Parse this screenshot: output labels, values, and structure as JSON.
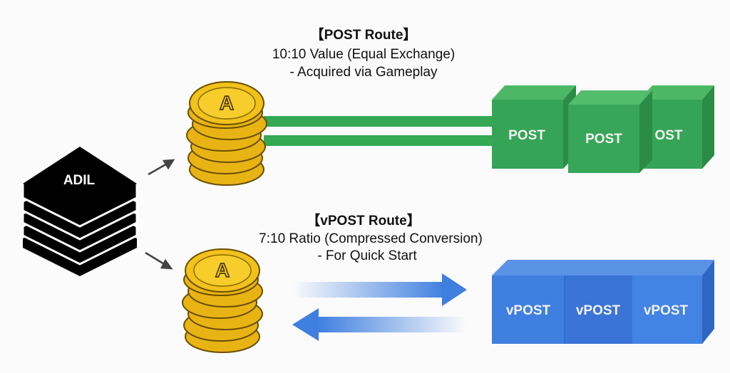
{
  "post_route": {
    "title": "【POST Route】",
    "line1": "10:10 Value (Equal Exchange)",
    "line2": "- Acquired via Gameplay",
    "cubes": [
      "POST",
      "POST",
      "OST"
    ]
  },
  "vpost_route": {
    "title": "【vPOST Route】",
    "line1": "7:10 Ratio (Compressed Conversion)",
    "line2": "- For Quick Start",
    "cubes": [
      "vPOST",
      "vPOST",
      "vPOST"
    ]
  },
  "source": {
    "label": "ADIL"
  },
  "coin": {
    "letter": "A"
  },
  "colors": {
    "green": "#34a853",
    "blue": "#3f7fe0",
    "gold": "#f2c21b",
    "black": "#000000"
  }
}
